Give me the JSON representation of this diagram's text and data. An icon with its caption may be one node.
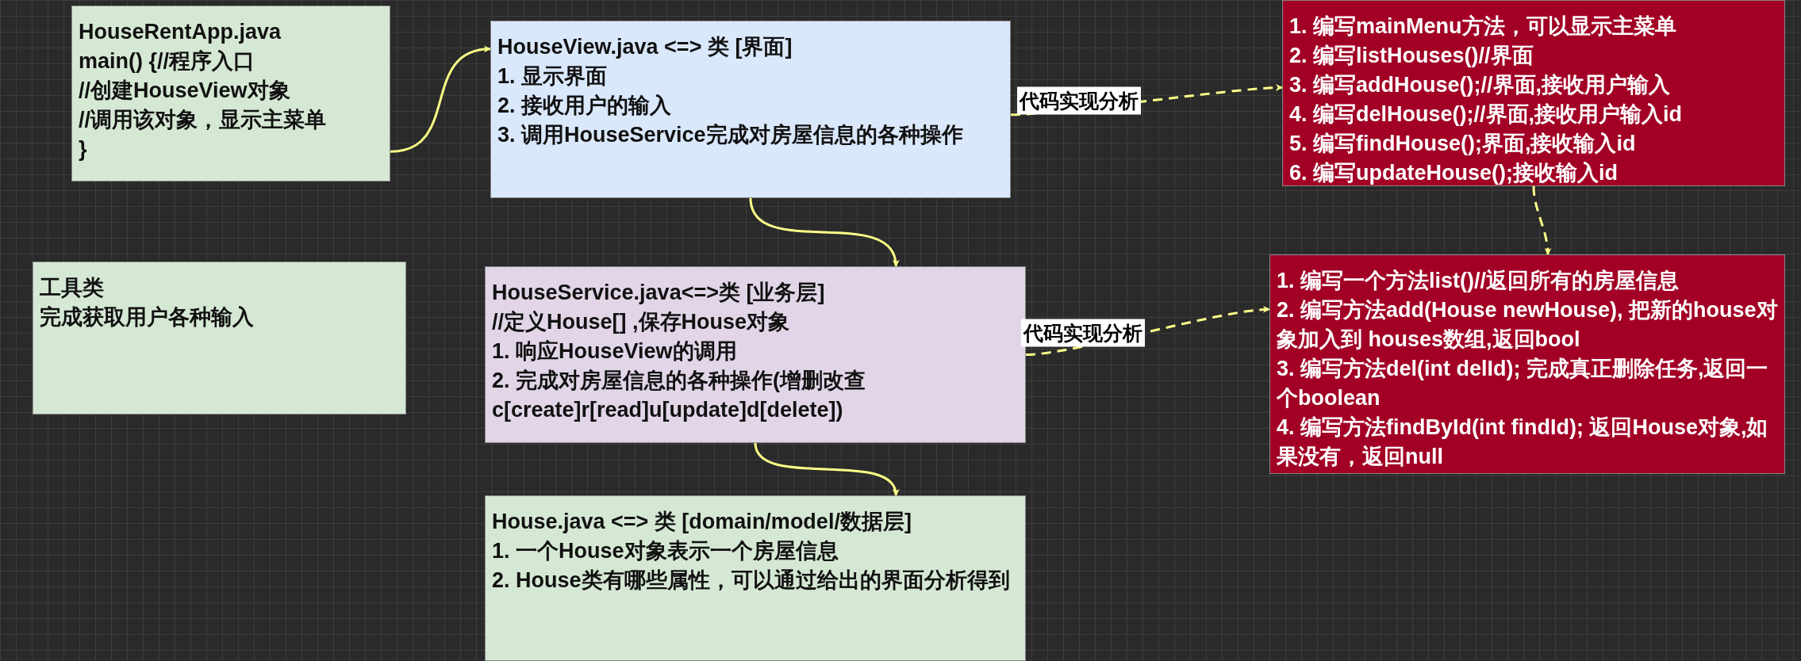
{
  "diagram": {
    "nodes": [
      {
        "text": [
          "HouseRentApp.java",
          "main() {//程序入口",
          "//创建HouseView对象",
          "//调用该对象，显示主菜单",
          "}"
        ]
      },
      {
        "text": [
          "HouseView.java <=> 类 [界面]",
          "1. 显示界面",
          "2. 接收用户的输入",
          "3. 调用HouseService完成对房屋信息的各种操作"
        ]
      },
      {
        "text": [
          "工具类",
          "完成获取用户各种输入"
        ]
      },
      {
        "text": [
          "HouseService.java<=>类 [业务层]",
          "//定义House[] ,保存House对象",
          "1. 响应HouseView的调用",
          "2. 完成对房屋信息的各种操作(增删改查 c[create]r[read]u[update]d[delete])"
        ]
      },
      {
        "text": [
          "House.java <=> 类 [domain/model/数据层]",
          "1. 一个House对象表示一个房屋信息",
          "2. House类有哪些属性，可以通过给出的界面分析得到"
        ]
      },
      {
        "text": [
          "1. 编写mainMenu方法，可以显示主菜单",
          "2. 编写listHouses()//界面",
          "3. 编写addHouse();//界面,接收用户输入",
          "4. 编写delHouse();//界面,接收用户输入id",
          "5. 编写findHouse();界面,接收输入id",
          "6. 编写updateHouse();接收输入id"
        ]
      },
      {
        "text": [
          "1. 编写一个方法list()//返回所有的房屋信息",
          "2. 编写方法add(House newHouse), 把新的house对象加入到 houses数组,返回bool",
          "3. 编写方法del(int delId); 完成真正删除任务,返回一个boolean",
          "4. 编写方法findById(int findId); 返回House对象,如果没有，返回null"
        ]
      }
    ],
    "edges": [
      {
        "from": 0,
        "to": 1,
        "arrow": "to"
      },
      {
        "from": 1,
        "to": 3,
        "arrow": "to"
      },
      {
        "from": 3,
        "to": 4,
        "arrow": "to"
      },
      {
        "from": 1,
        "to": 5,
        "arrow": "to",
        "label": "代码实现分析",
        "style": "dashed"
      },
      {
        "from": 3,
        "to": 6,
        "arrow": "to",
        "label": "代码实现分析",
        "style": "dashed"
      },
      {
        "from": 5,
        "to": 6,
        "arrow": "to",
        "style": "dashed"
      }
    ]
  }
}
